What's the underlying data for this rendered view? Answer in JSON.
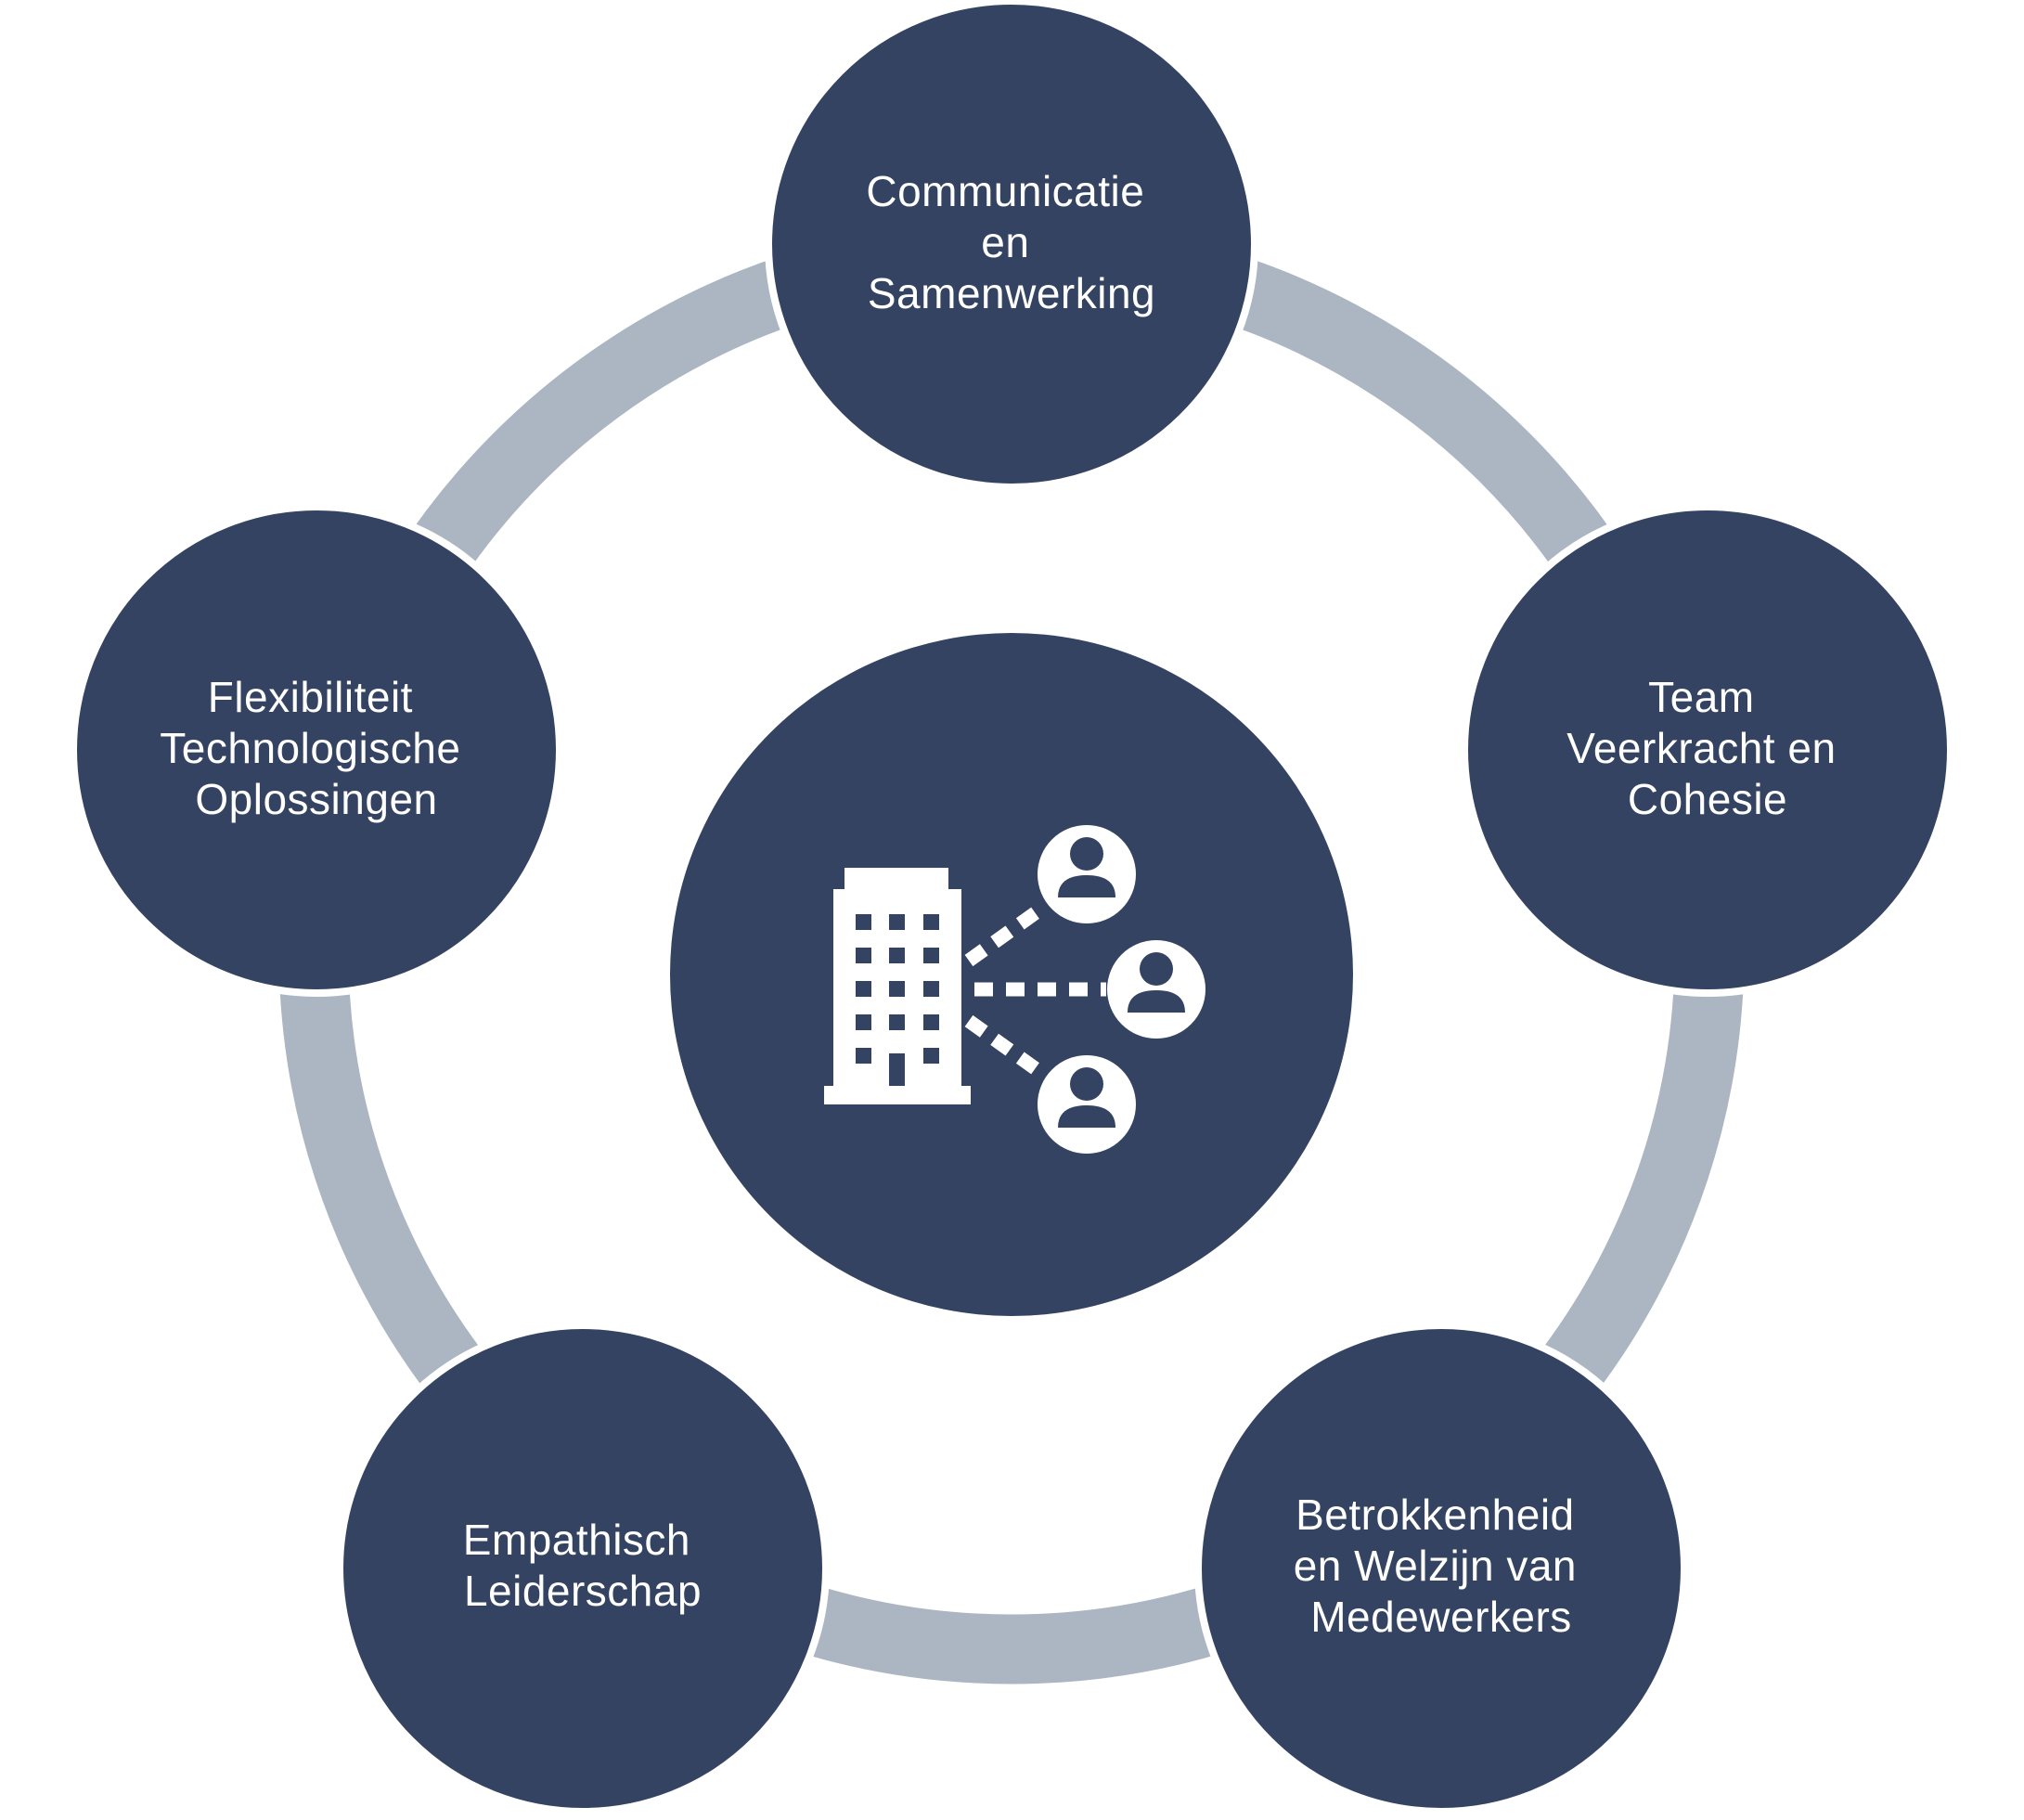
{
  "colors": {
    "node_fill": "#334361",
    "ring_stroke": "#abb6c2",
    "node_outline": "#ffffff",
    "icon_color": "#ffffff",
    "background": "#ffffff"
  },
  "center": {
    "icon": "office-building-network-people-icon"
  },
  "nodes": [
    {
      "id": "communicatie",
      "lines": [
        "Communicatie",
        "en",
        "Samenwerking"
      ]
    },
    {
      "id": "team",
      "lines": [
        "Team",
        "Veerkracht en",
        "Cohesie"
      ]
    },
    {
      "id": "betrokkenheid",
      "lines": [
        "Betrokkenheid",
        "en Welzijn van",
        "Medewerkers"
      ]
    },
    {
      "id": "empathisch",
      "lines": [
        "Empathisch",
        "Leiderschap"
      ]
    },
    {
      "id": "flexibiliteit",
      "lines": [
        "Flexibiliteit",
        "Technologische",
        "Oplossingen"
      ]
    }
  ]
}
